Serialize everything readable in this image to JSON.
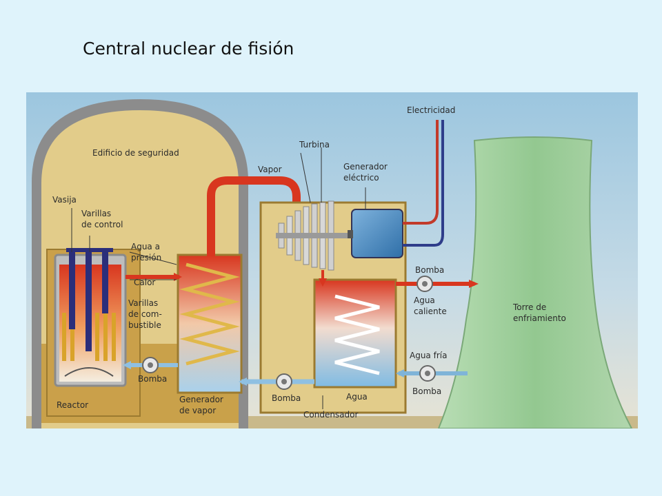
{
  "title": "Central nuclear de fisión",
  "labels": {
    "edificio": "Edificio de seguridad",
    "vasija": "Vasija",
    "varillas_control_1": "Varillas",
    "varillas_control_2": "de control",
    "agua_presion_1": "Agua a",
    "agua_presion_2": "presión",
    "calor": "Calor",
    "varillas_comb_1": "Varillas",
    "varillas_comb_2": "de com-",
    "varillas_comb_3": "bustible",
    "bomba_reactor": "Bomba",
    "reactor": "Reactor",
    "generador_vapor_1": "Generador",
    "generador_vapor_2": "de vapor",
    "vapor": "Vapor",
    "turbina": "Turbina",
    "generador_elec_1": "Generador",
    "generador_elec_2": "eléctrico",
    "electricidad": "Electricidad",
    "bomba_caliente": "Bomba",
    "agua_caliente_1": "Agua",
    "agua_caliente_2": "caliente",
    "torre_1": "Torre de",
    "torre_2": "enfriamiento",
    "agua_fria": "Agua fría",
    "bomba_fria": "Bomba",
    "bomba_condensador": "Bomba",
    "agua": "Agua",
    "condensador": "Condensador"
  },
  "colors": {
    "sky": "#9fc7dc",
    "building": "#e2cc8a",
    "building_wall": "#8a8a8a",
    "base": "#c9a14a",
    "hot_pipe": "#d8361f",
    "cold_pipe": "#7fb4d8",
    "tower": "#9fcf9a"
  }
}
